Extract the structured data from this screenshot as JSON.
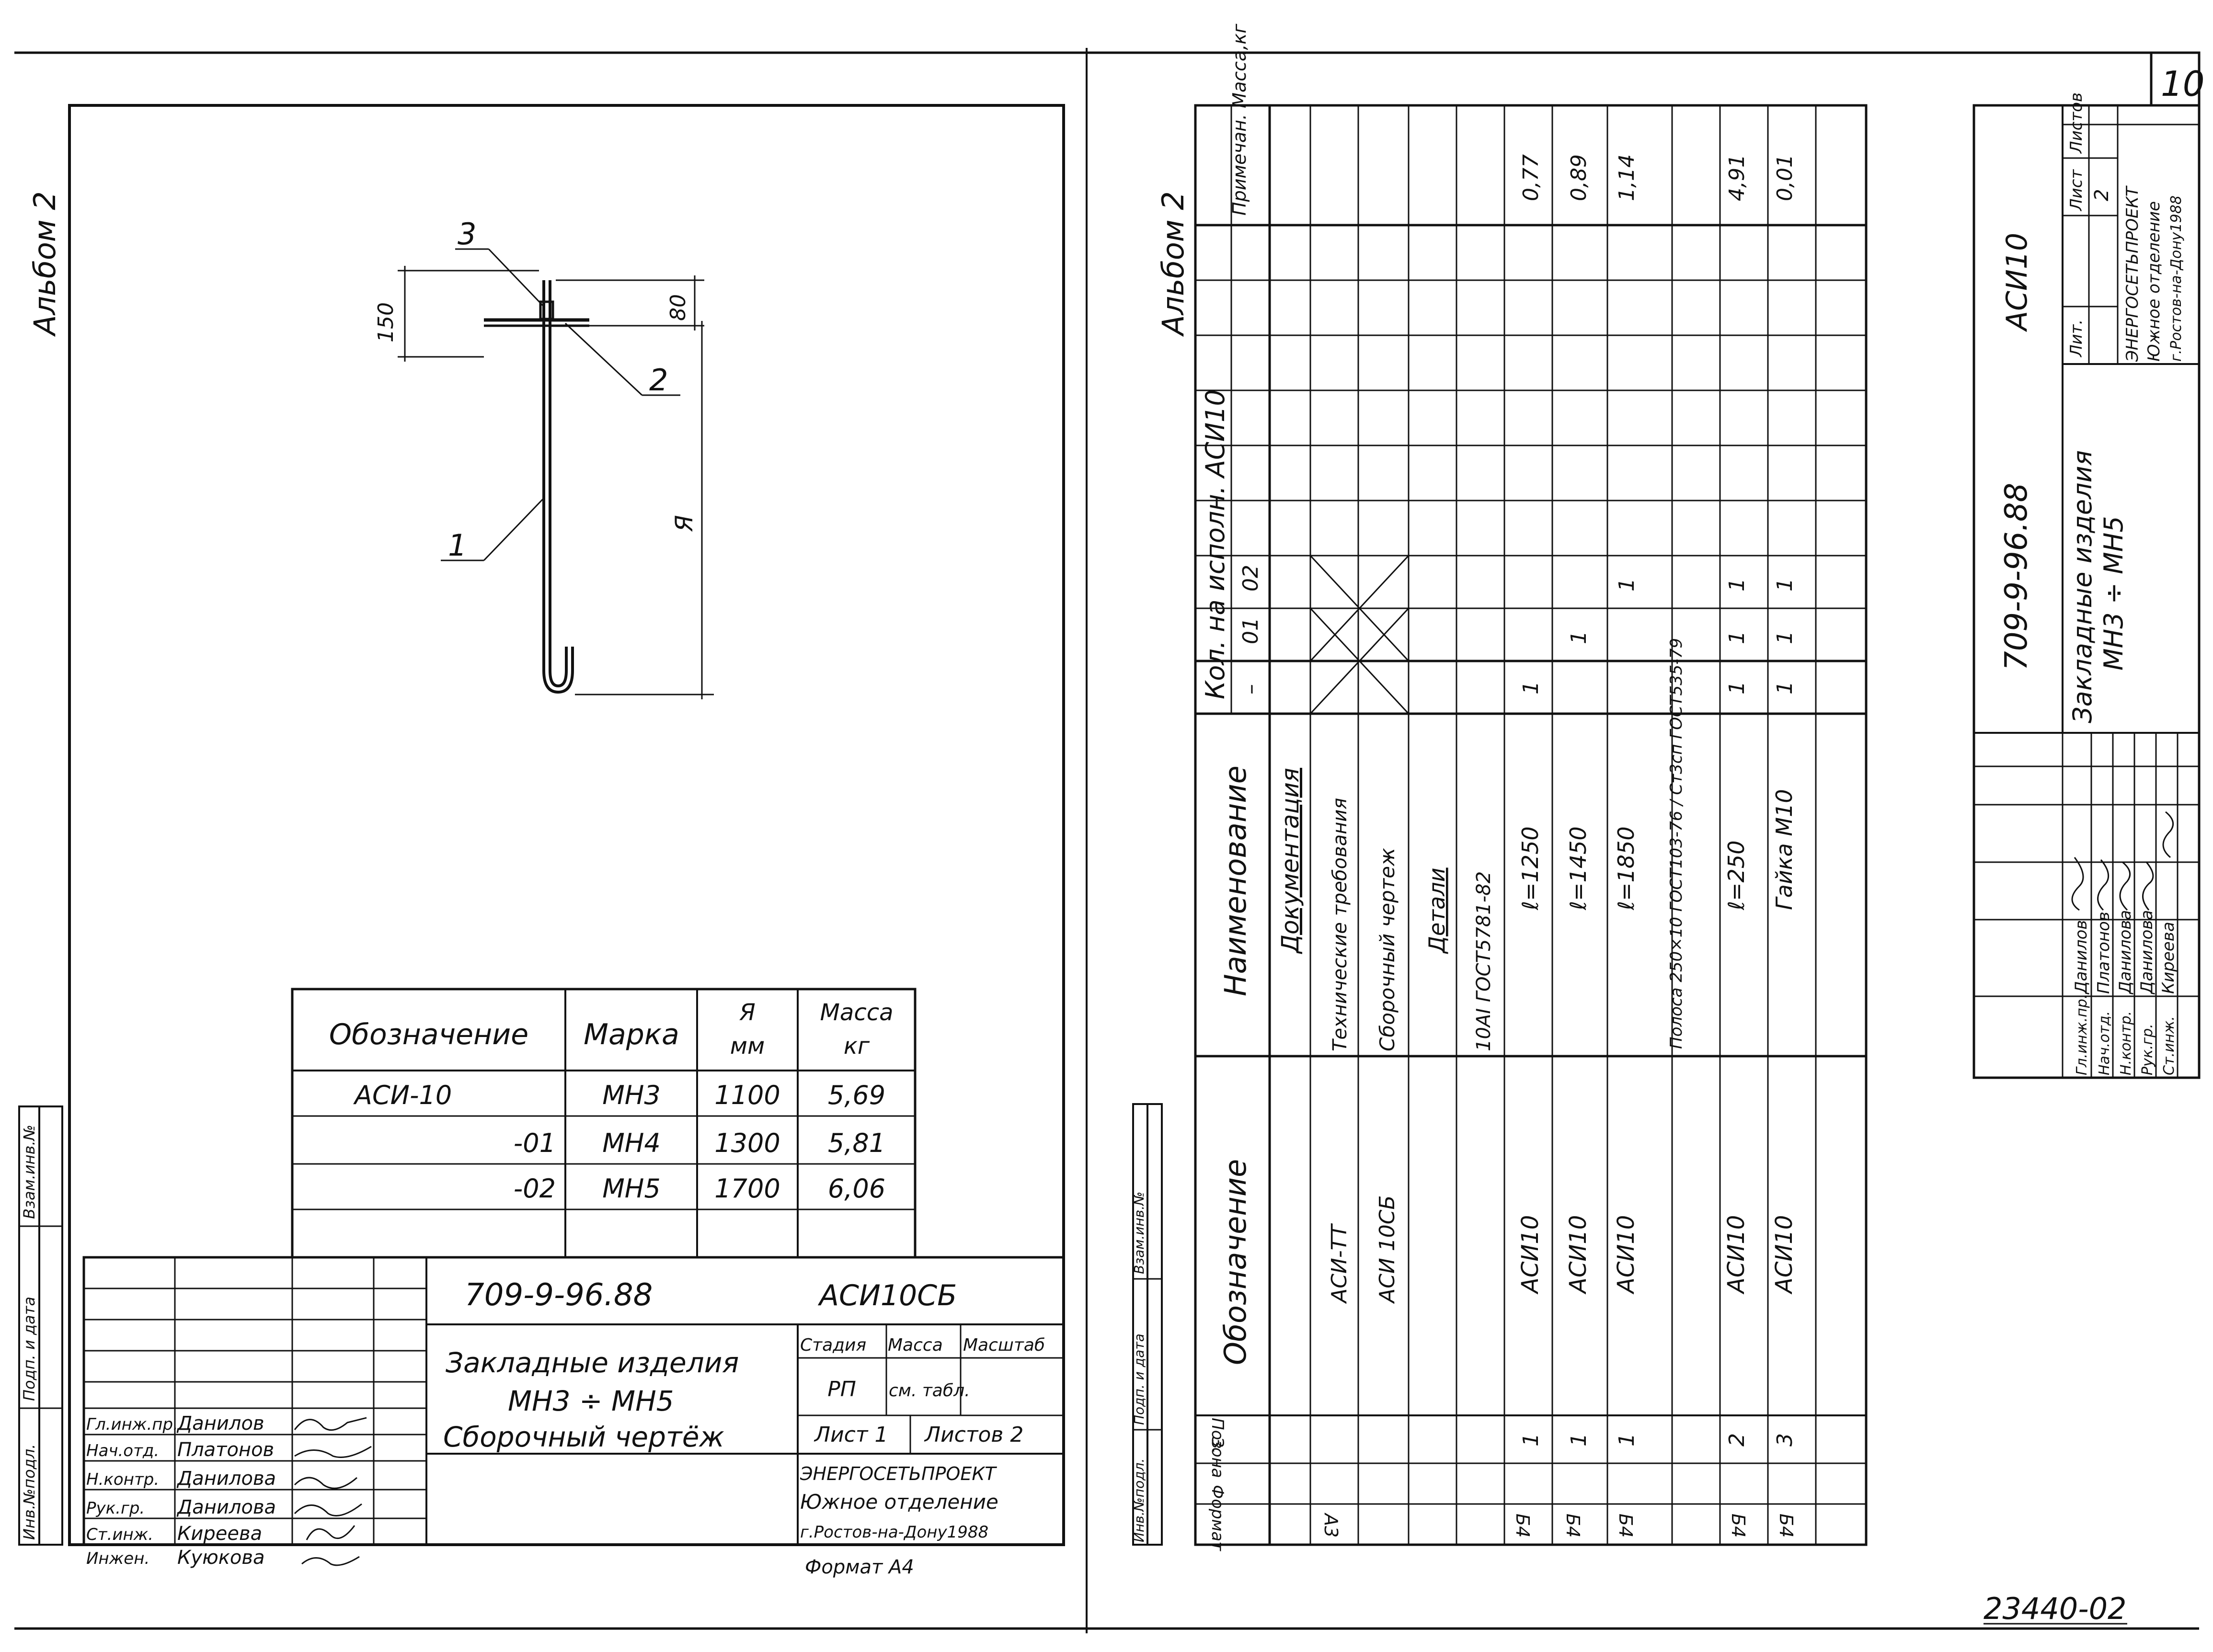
{
  "left": {
    "album": "Альбом 2",
    "leaders": [
      "1",
      "2",
      "3"
    ],
    "dims": {
      "d150": "150",
      "d80": "80",
      "dA": "Я"
    },
    "spec": {
      "headers": [
        "Обозначение",
        "Марка",
        "Я",
        "мм",
        "Масса",
        "кг"
      ],
      "rows": [
        [
          "АСИ-10",
          "МН3",
          "1100",
          "5,69"
        ],
        [
          "-01",
          "МН4",
          "1300",
          "5,81"
        ],
        [
          "-02",
          "МН5",
          "1700",
          "6,06"
        ]
      ]
    },
    "stamp": {
      "doc_code": "709-9-96.88",
      "mark": "АСИ10СБ",
      "title_lines": [
        "Закладные изделия",
        "МН3 ÷ МН5",
        "Сборочный чертёж"
      ],
      "stage_label": "Стадия",
      "mass_label": "Масса",
      "scale_label": "Масштаб",
      "stage_value": "РП",
      "mass_value": "см. табл.",
      "sheet": "Лист 1",
      "sheets": "Листов 2",
      "org": [
        "ЭНЕРГОСЕТЬПРОЕКТ",
        "Южное отделение",
        "г.Ростов-на-Дону1988"
      ],
      "people": [
        [
          "Гл.инж.пр.",
          "Данилов"
        ],
        [
          "Нач.отд.",
          "Платонов"
        ],
        [
          "Н.контр.",
          "Данилова"
        ],
        [
          "Рук.гр.",
          "Данилова"
        ],
        [
          "Ст.инж.",
          "Киреева"
        ],
        [
          "Инжен.",
          "Куюкова"
        ]
      ],
      "format": "Формат А4"
    },
    "side_labels": [
      "Инв.№подл.",
      "Подп. и дата",
      "Взам.инв.№"
    ]
  },
  "right": {
    "album": "Альбом 2",
    "sheet_no": "10",
    "columns": {
      "format": "Формат",
      "zone": "Зона",
      "pos": "Поз.",
      "designation": "Обозначение",
      "name": "Наименование",
      "qty_header": "Кол. на исполн. АСИ10",
      "qty_sub": [
        "–",
        "01",
        "02"
      ],
      "note": "Примечан. Масса,кг"
    },
    "rows": [
      {
        "format": "А3",
        "pos": "",
        "designation": "",
        "name": "Документация",
        "q0": "",
        "q1": "",
        "q2": "",
        "mass": ""
      },
      {
        "format": "",
        "pos": "",
        "designation": "АСИ-ТТ",
        "name": "Технические требования",
        "q0": "",
        "q1": "",
        "q2": "",
        "mass": ""
      },
      {
        "format": "",
        "pos": "",
        "designation": "АСИ 10СБ",
        "name": "Сборочный чертеж",
        "q0": "",
        "q1": "",
        "q2": "",
        "mass": ""
      },
      {
        "format": "",
        "pos": "",
        "designation": "",
        "name": "Детали",
        "q0": "",
        "q1": "",
        "q2": "",
        "mass": ""
      },
      {
        "format": "",
        "pos": "",
        "designation": "",
        "name": "10АI ГОСТ5781-82",
        "q0": "",
        "q1": "",
        "q2": "",
        "mass": ""
      },
      {
        "format": "Б4",
        "pos": "1",
        "designation": "АСИ10",
        "name": "ℓ=1250",
        "q0": "1",
        "q1": "",
        "q2": "",
        "mass": "0,77"
      },
      {
        "format": "Б4",
        "pos": "1",
        "designation": "АСИ10",
        "name": "ℓ=1450",
        "q0": "",
        "q1": "1",
        "q2": "",
        "mass": "0,89"
      },
      {
        "format": "Б4",
        "pos": "1",
        "designation": "АСИ10",
        "name": "ℓ=1850",
        "q0": "",
        "q1": "",
        "q2": "1",
        "mass": "1,14"
      },
      {
        "format": "",
        "pos": "",
        "designation": "",
        "name": "Полоса 250×10 ГОСТ103-76 / Ст3сп ГОСТ535-79",
        "q0": "",
        "q1": "",
        "q2": "",
        "mass": ""
      },
      {
        "format": "Б4",
        "pos": "2",
        "designation": "АСИ10",
        "name": "ℓ=250",
        "q0": "1",
        "q1": "1",
        "q2": "1",
        "mass": "4,91"
      },
      {
        "format": "Б4",
        "pos": "3",
        "designation": "АСИ10",
        "name": "Гайка М10",
        "q0": "1",
        "q1": "1",
        "q2": "1",
        "mass": "0,01"
      }
    ],
    "stamp": {
      "doc_code": "709-9-96.88",
      "mark": "АСИ10",
      "title_lines": [
        "Закладные изделия",
        "МН3 ÷ МН5"
      ],
      "lit_label": "Лит.",
      "sheet_label": "Лист",
      "sheets_label": "Листов",
      "sheet_value": "2",
      "org": [
        "ЭНЕРГОСЕТЬПРОЕКТ",
        "Южное отделение",
        "г.Ростов-на-Дону1988"
      ],
      "people": [
        [
          "Гл.инж.пр.",
          "Данилов"
        ],
        [
          "Нач.отд.",
          "Платонов"
        ],
        [
          "Н.контр.",
          "Данилова"
        ],
        [
          "Рук.гр.",
          "Данилова"
        ],
        [
          "Ст.инж.",
          "Киреева"
        ]
      ]
    },
    "side_labels": [
      "Инв.№подл.",
      "Подп. и дата",
      "Взам.инв.№"
    ],
    "footer_number": "23440-02"
  }
}
